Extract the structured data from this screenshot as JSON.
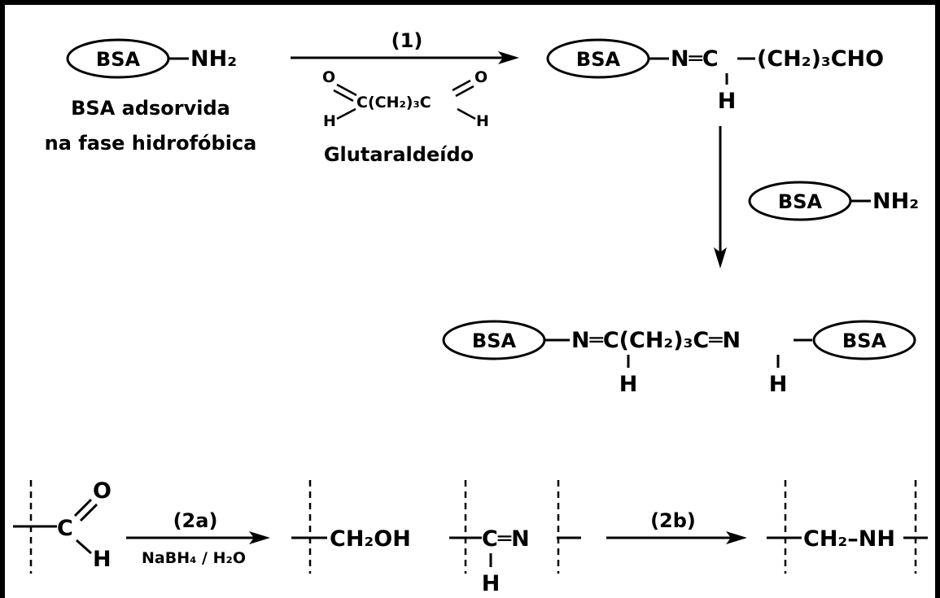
{
  "protein": "BSA",
  "amine": "NH₂",
  "step1": {
    "label": "(1)",
    "reagent_center": "C(CH₂)₃C",
    "oxygen": "O",
    "hydrogen": "H",
    "reagent_name": "Glutaraldeído"
  },
  "caption": {
    "line1": "BSA adsorvida",
    "line2": "na fase hidrofóbica"
  },
  "product1": {
    "linkage": "N═C",
    "chain": "(CH₂)₃CHO",
    "hydrogen": "H"
  },
  "crosslinked": {
    "left_imine": "N═C(CH₂)₃C═N",
    "hydrogen": "H"
  },
  "step2a": {
    "label": "(2a)",
    "reagent": "NaBH₄ / H₂O",
    "aldehyde_c": "C",
    "oxygen": "O",
    "hydrogen": "H",
    "product": "CH₂OH"
  },
  "step2b": {
    "label": "(2b)",
    "imine": "C═N",
    "hydrogen": "H",
    "product": "CH₂–NH"
  }
}
